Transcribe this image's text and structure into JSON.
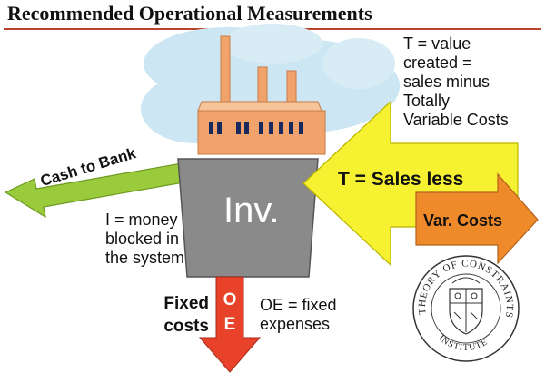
{
  "title": "Recommended Operational Measurements",
  "throughput_definition": [
    "T = value",
    "created =",
    "sales minus",
    "Totally",
    "Variable Costs"
  ],
  "throughput_formula": "T = Sales less",
  "variable_costs_label": "Var. Costs",
  "cash_arrow_label": "Cash to Bank",
  "inventory_label": "Inv.",
  "inventory_definition": [
    "I = money",
    "blocked in",
    "the system"
  ],
  "fixed_costs_label": [
    "Fixed",
    "costs"
  ],
  "oe_letters": [
    "O",
    "E"
  ],
  "oe_definition": [
    "OE = fixed",
    "expenses"
  ],
  "seal": {
    "outer_text": "THEORY OF CONSTRAINTS",
    "inner_text": "INSTITUTE"
  },
  "colors": {
    "title_rule": "#b8432f",
    "sky": "#cde6f3",
    "factory": "#f0a46b",
    "factory_roof": "#f7c59a",
    "funnel": "#8a8a8a",
    "yellow_arrow": "#f6f232",
    "orange_arrow": "#ef8a2a",
    "green_arrow": "#9acb3c",
    "red_arrow": "#e8432a"
  }
}
